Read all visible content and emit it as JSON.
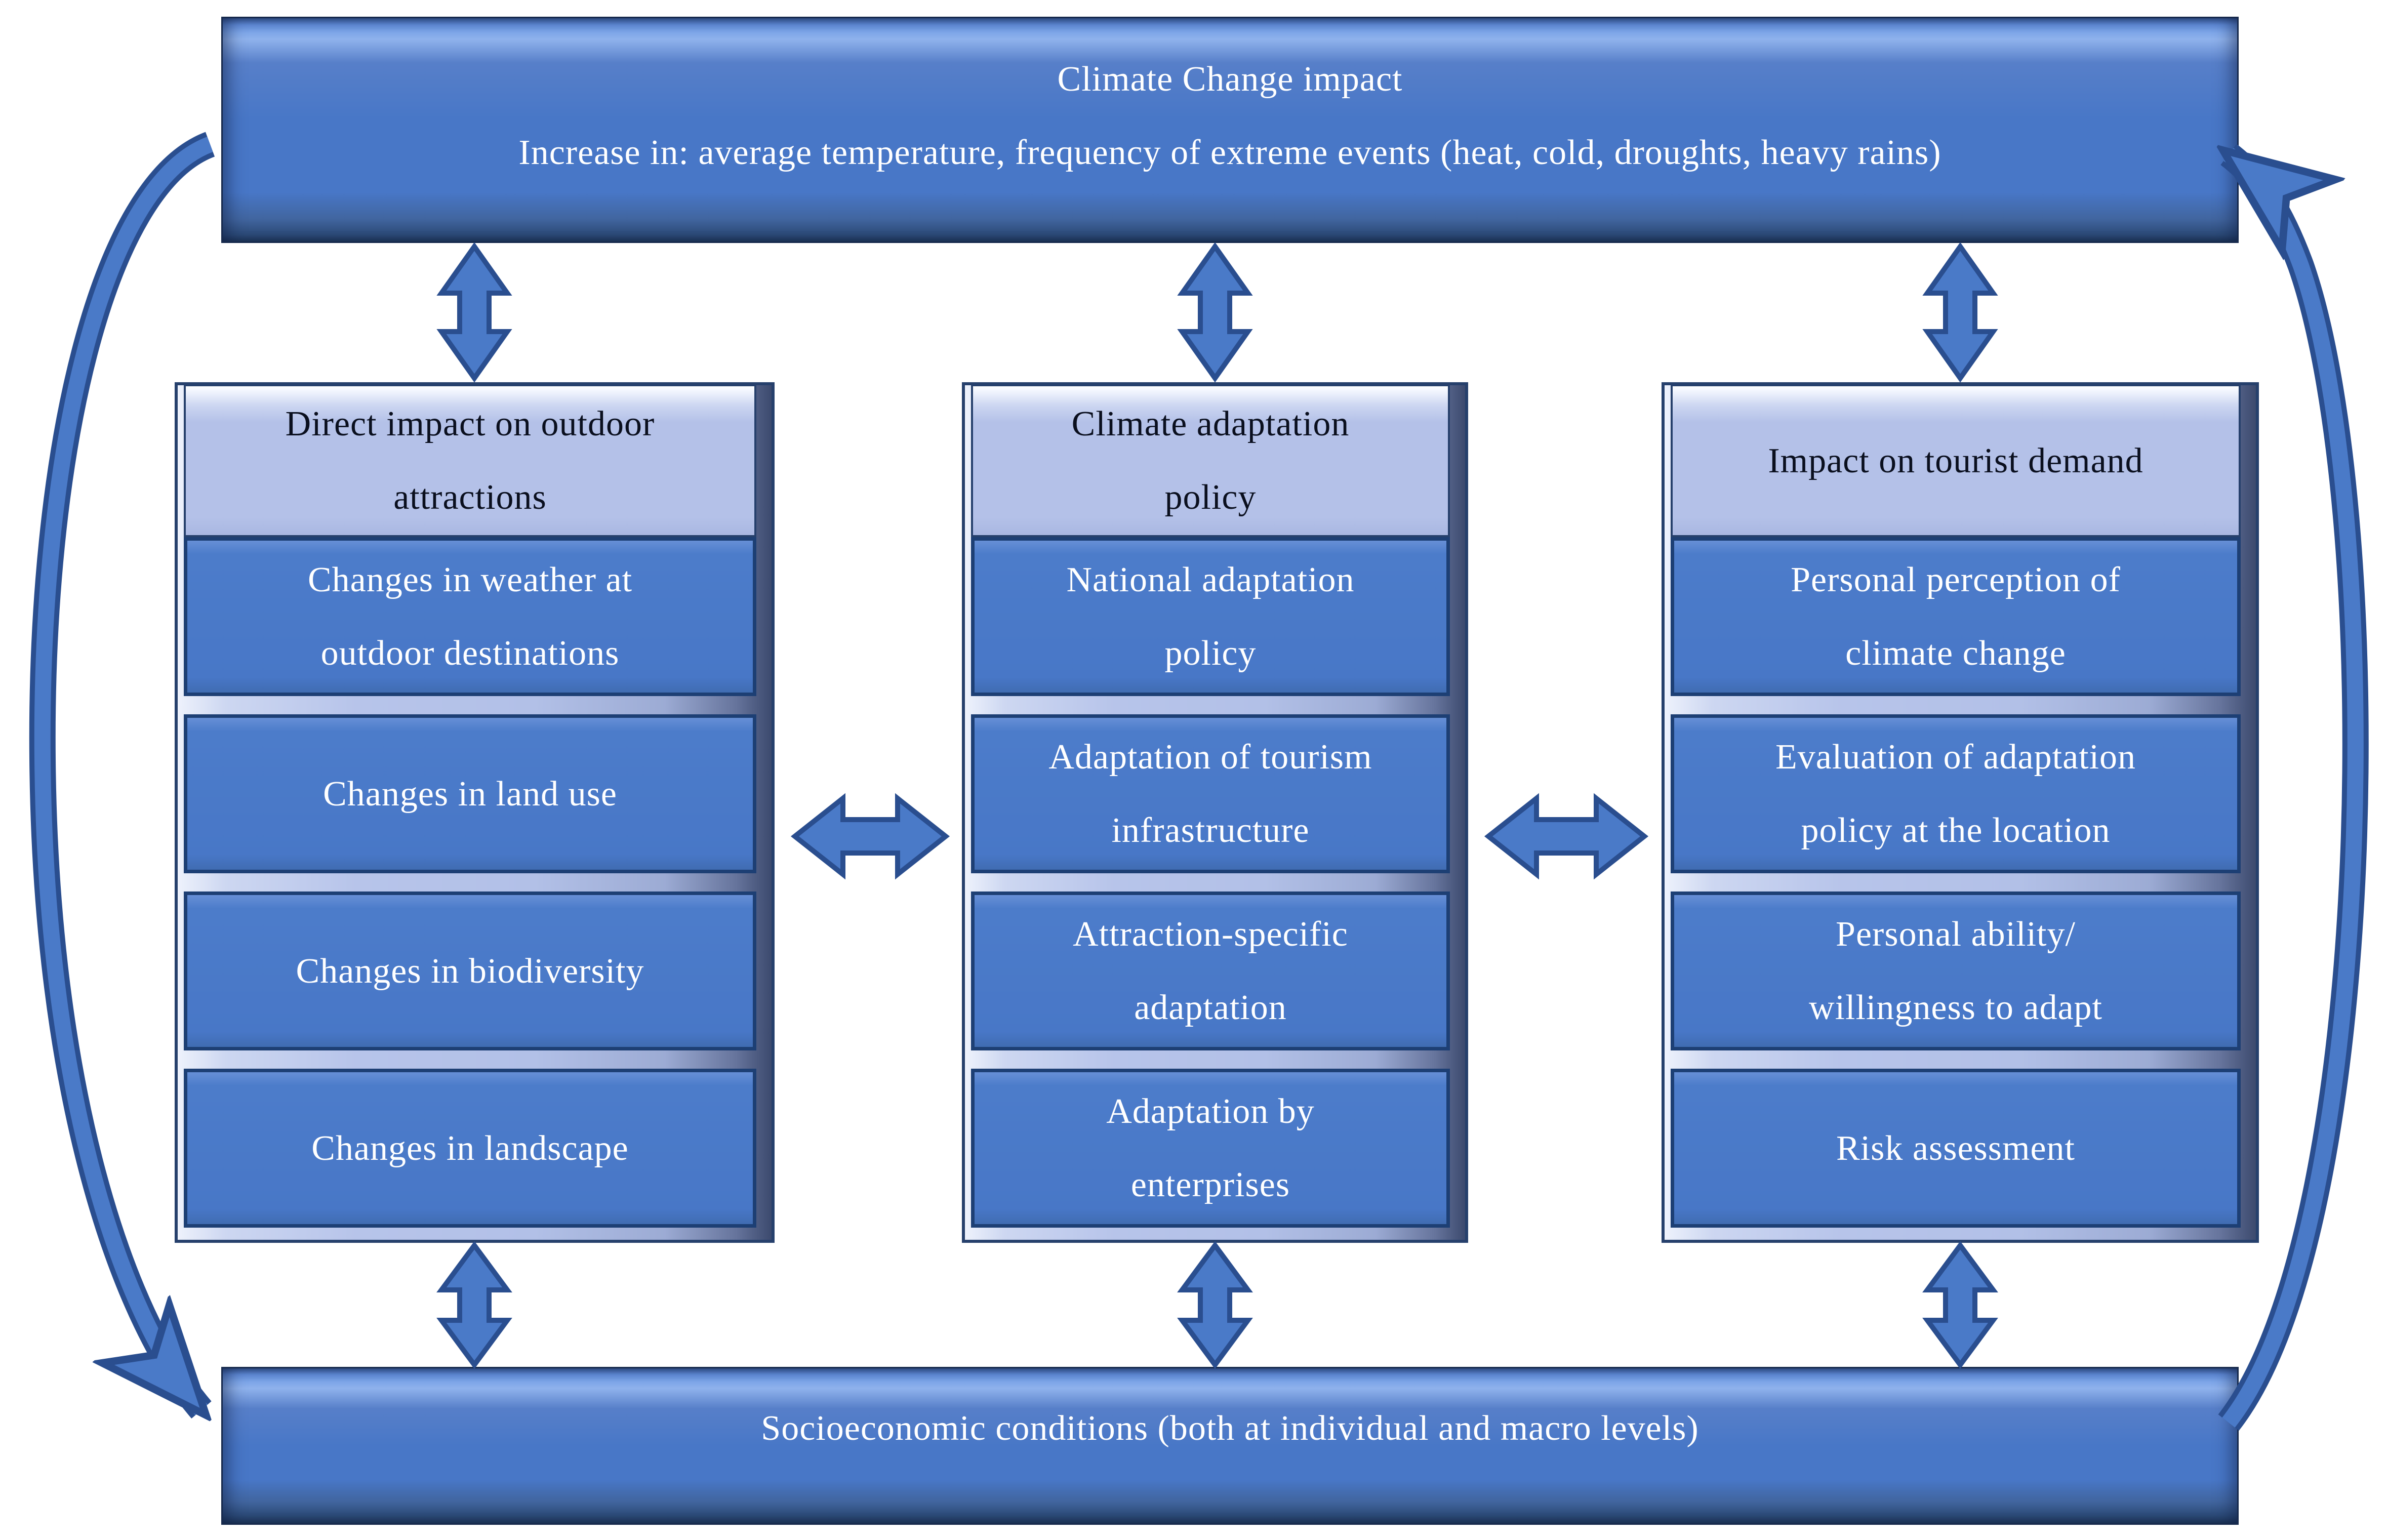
{
  "top_banner": {
    "line1": "Climate Change impact",
    "line2": "Increase in: average temperature, frequency of extreme events (heat, cold, droughts, heavy rains)"
  },
  "columns": [
    {
      "header": "Direct impact on outdoor\nattractions",
      "items": [
        "Changes in weather at\noutdoor destinations",
        "Changes in land use",
        "Changes in biodiversity",
        "Changes in landscape"
      ]
    },
    {
      "header": "Climate adaptation\npolicy",
      "items": [
        "National adaptation\npolicy",
        "Adaptation of tourism\ninfrastructure",
        "Attraction-specific\nadaptation",
        "Adaptation by\nenterprises"
      ]
    },
    {
      "header": "Impact on tourist demand",
      "items": [
        "Personal perception of\nclimate change",
        "Evaluation of adaptation\npolicy at the location",
        "Personal ability/\nwillingness to adapt",
        "Risk assessment"
      ]
    }
  ],
  "bottom_banner": {
    "text": "Socioeconomic conditions (both at individual and macro levels)"
  },
  "icons": {
    "vertical_double_arrow": "double-arrow-vertical-icon",
    "horizontal_double_arrow": "double-arrow-horizontal-icon",
    "left_cycle_arrow": "curved-arrow-left-icon",
    "right_cycle_arrow": "curved-arrow-right-icon"
  },
  "colors": {
    "box_fill": "#4877C7",
    "box_border": "#1D3F74",
    "header_fill": "#B4C1E8",
    "header_text": "#0A0F1E",
    "frame_fill": "#B7C4EA",
    "arrow_fill": "#4A7AC8",
    "arrow_outline": "#2A4E8F",
    "banner_text": "#FFFFFF",
    "background": "#FFFFFF"
  }
}
